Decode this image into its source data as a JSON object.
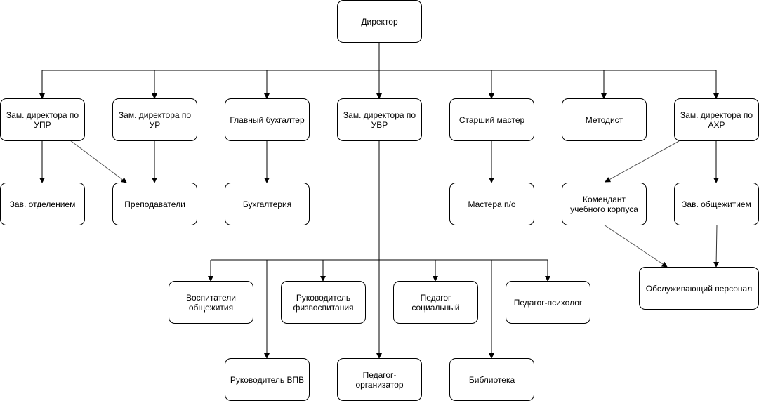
{
  "nodes": {
    "director": "Директор",
    "zam_upr": "Зам. директора по УПР",
    "zam_ur": "Зам. директора по УР",
    "chief_accountant": "Главный бухгалтер",
    "zam_uvr": "Зам. директора по УВР",
    "senior_master": "Старший мастер",
    "methodist": "Методист",
    "zam_ahr": "Зам. директора по АХР",
    "head_department": "Зав. отделением",
    "teachers": "Преподаватели",
    "accounting": "Бухгалтерия",
    "masters_po": "Мастера п/о",
    "commandant": "Комендант учебного корпуса",
    "head_dormitory": "Зав. общежитием",
    "service_staff": "Обслуживающий персонал",
    "dorm_educators": "Воспитатели общежития",
    "pe_head": "Руководитель физвоспитания",
    "social_teacher": "Педагог социальный",
    "psychologist": "Педагог-психолог",
    "vpv_head": "Руководитель ВПВ",
    "organizer": "Педагог-организатор",
    "library": "Библиотека"
  }
}
